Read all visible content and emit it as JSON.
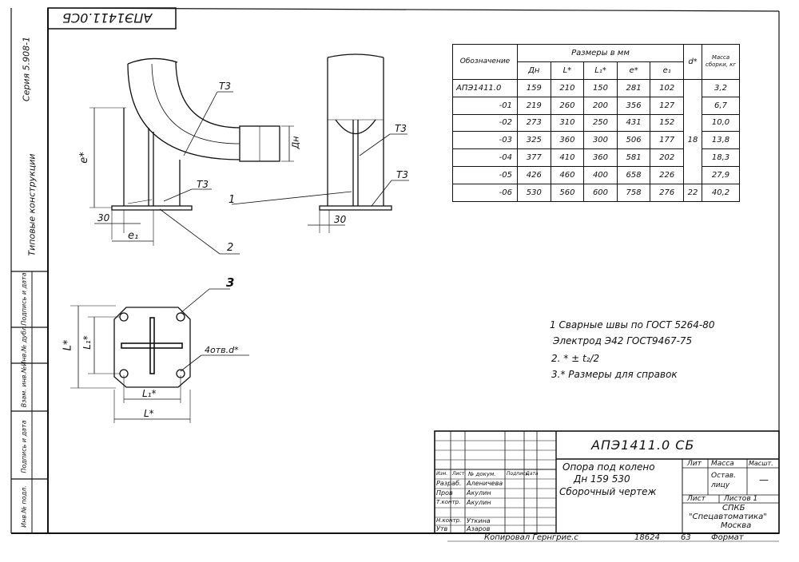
{
  "stamp_code": "АПЭ1411.0СБ",
  "side_labels": {
    "series": "Серия 5.908-1",
    "type": "Типовые конструкции",
    "stamp_cells": [
      "Подпись и дата",
      "Инв.№ дубл.",
      "Взам. инв.№",
      "Подпись и дата",
      "Инв.№ подл."
    ]
  },
  "drawing": {
    "labels": {
      "t3_top": "Т3",
      "t3_base": "Т3",
      "t3_side_upper": "Т3",
      "t3_side_lower": "Т3",
      "dim_e_star": "е*",
      "dim_dn": "Дн",
      "dim_30_front": "30",
      "dim_30_side": "30",
      "dim_e1": "е₁",
      "pos1": "1",
      "pos2": "2",
      "pos3": "3",
      "dim_L_star_v": "L*",
      "dim_L1_star_v": "L₁*",
      "dim_L1_star_h": "L₁*",
      "dim_L_star_h": "L*",
      "holes": "4отв.d*"
    }
  },
  "table": {
    "header_group": "Размеры в мм",
    "header_designation": "Обозначение",
    "header_mass": "Масса сборки, кг",
    "columns": [
      "Дн",
      "L*",
      "L₁*",
      "е*",
      "е₁",
      "d*"
    ],
    "rows": [
      {
        "designation": "АПЭ1411.0",
        "dn": "159",
        "L": "210",
        "L1": "150",
        "e": "281",
        "e1": "102",
        "mass": "3,2"
      },
      {
        "designation": "-01",
        "dn": "219",
        "L": "260",
        "L1": "200",
        "e": "356",
        "e1": "127",
        "mass": "6,7"
      },
      {
        "designation": "-02",
        "dn": "273",
        "L": "310",
        "L1": "250",
        "e": "431",
        "e1": "152",
        "mass": "10,0"
      },
      {
        "designation": "-03",
        "dn": "325",
        "L": "360",
        "L1": "300",
        "e": "506",
        "e1": "177",
        "mass": "13,8"
      },
      {
        "designation": "-04",
        "dn": "377",
        "L": "410",
        "L1": "360",
        "e": "581",
        "e1": "202",
        "mass": "18,3"
      },
      {
        "designation": "-05",
        "dn": "426",
        "L": "460",
        "L1": "400",
        "e": "658",
        "e1": "226",
        "mass": "27,9"
      },
      {
        "designation": "-06",
        "dn": "530",
        "L": "560",
        "L1": "600",
        "e": "758",
        "e1": "276",
        "mass": "40,2"
      }
    ],
    "d_merged": "18",
    "d_last": "22"
  },
  "notes": [
    "1 Сварные швы по ГОСТ 5264-80",
    "Электрод Э42 ГОСТ9467-75",
    "2. * ± t₂/2",
    "3.* Размеры для справок"
  ],
  "title_block": {
    "code": "АПЭ1411.0 СБ",
    "name_line1": "Опора под колено",
    "name_line2": "Дн 159   530",
    "name_line3": "Сборочный чертеж",
    "header_row": [
      "Изм.",
      "Лист",
      "№ докум.",
      "Подпись",
      "Дата"
    ],
    "roles": [
      {
        "role": "Разраб.",
        "name": "Аленичева"
      },
      {
        "role": "Пров",
        "name": "Акулин"
      },
      {
        "role": "Т.контр.",
        "name": "Акулин"
      },
      {
        "role": "Н.контр.",
        "name": "Уткина"
      },
      {
        "role": "Утв",
        "name": "Азаров"
      }
    ],
    "lit": "Лит",
    "mass": "Масса",
    "scale": "Масшт.",
    "mass_value": "Остав. лицу",
    "scale_value": "—",
    "sheet": "Лист",
    "sheets": "Листов 1",
    "org_line1": "СПКБ",
    "org_line2": "\"Спецавтоматика\"",
    "org_line3": "Москва"
  },
  "footer": {
    "copied": "Копировал Гернгрие.с",
    "number": "18624",
    "sheet_no": "63",
    "format": "Формат"
  }
}
